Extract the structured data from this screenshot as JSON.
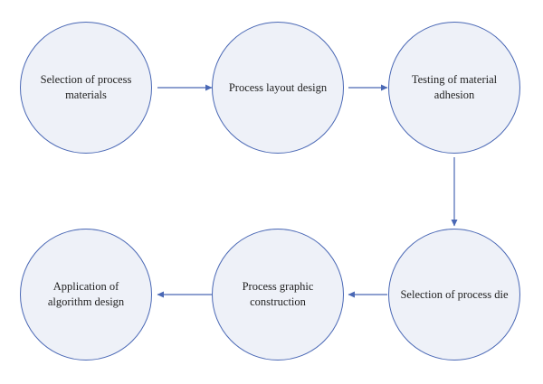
{
  "colors": {
    "node_fill": "#eef1f8",
    "node_stroke": "#4a68b5",
    "edge": "#4a68b5",
    "text": "#222222"
  },
  "nodes": [
    {
      "id": "n1",
      "label": "Selection of process materials"
    },
    {
      "id": "n2",
      "label": "Process layout design"
    },
    {
      "id": "n3",
      "label": "Testing of material adhesion"
    },
    {
      "id": "n4",
      "label": "Selection of process die"
    },
    {
      "id": "n5",
      "label": "Process graphic construction"
    },
    {
      "id": "n6",
      "label": "Application of algorithm design"
    }
  ],
  "edges": [
    {
      "from": "n1",
      "to": "n2"
    },
    {
      "from": "n2",
      "to": "n3"
    },
    {
      "from": "n3",
      "to": "n4"
    },
    {
      "from": "n4",
      "to": "n5"
    },
    {
      "from": "n5",
      "to": "n6"
    }
  ]
}
